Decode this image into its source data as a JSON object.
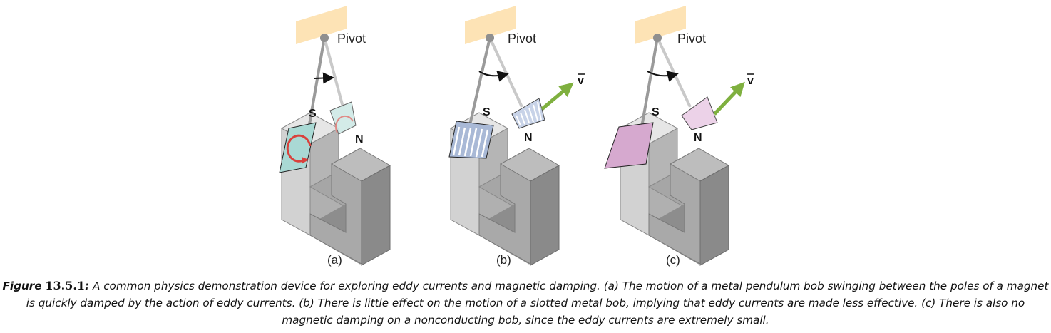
{
  "figure": {
    "panels": [
      {
        "id": "a",
        "label": "(a)",
        "pivot_label": "Pivot",
        "south_label": "S",
        "north_label": "N",
        "bob_type": "solid-metal",
        "bob_color": "#a9d9d4",
        "eddy_current_color": "#d9413c",
        "velocity_label": null
      },
      {
        "id": "b",
        "label": "(b)",
        "pivot_label": "Pivot",
        "south_label": "S",
        "north_label": "N",
        "bob_type": "slotted-metal",
        "bob_color": "#a9b9d6",
        "velocity_label": "v"
      },
      {
        "id": "c",
        "label": "(c)",
        "pivot_label": "Pivot",
        "south_label": "S",
        "north_label": "N",
        "bob_type": "nonconducting",
        "bob_color": "#d6a9cf",
        "velocity_label": "v"
      }
    ],
    "colors": {
      "support": "#fde3b5",
      "rod": "#9a9a9a",
      "velocity_arrow": "#7fb03f"
    }
  },
  "caption": {
    "figure_word": "Figure",
    "figure_number": "13.5.1",
    "separator": ":",
    "text": " A common physics demonstration device for exploring eddy currents and magnetic damping. (a) The motion of a metal pendulum bob swinging between the poles of a magnet is quickly damped by the action of eddy currents. (b) There is little effect on the motion of a slotted metal bob, implying that eddy currents are made less effective. (c) There is also no magnetic damping on a nonconducting bob, since the eddy currents are extremely small."
  }
}
